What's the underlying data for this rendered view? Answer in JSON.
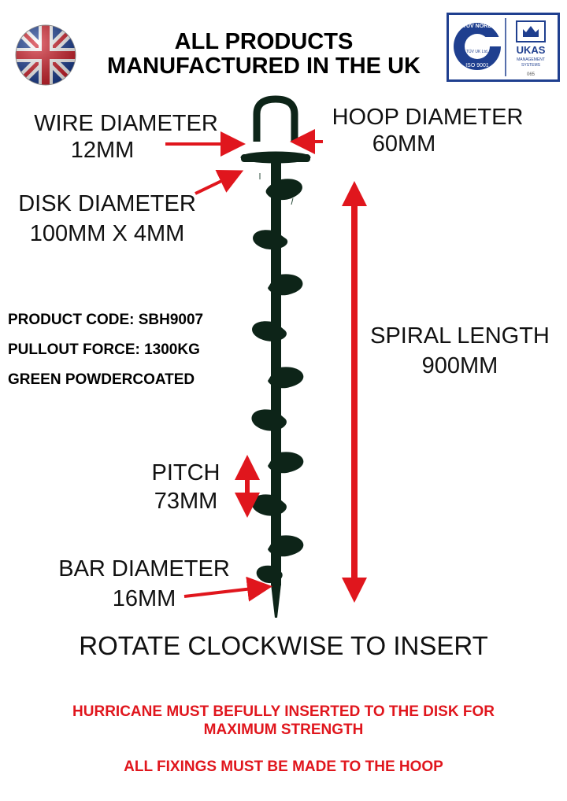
{
  "header": {
    "line1": "ALL PRODUCTS",
    "line2": "MANUFACTURED IN THE UK"
  },
  "certification": {
    "tuv_text": "TÜV NORD",
    "iso_text": "ISO 9001",
    "tuv_uk": "TÜV UK Ltd.",
    "ukas_text": "UKAS",
    "ukas_sub1": "MANAGEMENT",
    "ukas_sub2": "SYSTEMS",
    "ukas_num": "065"
  },
  "labels": {
    "wire_diameter_title": "WIRE DIAMETER",
    "wire_diameter_value": "12MM",
    "hoop_diameter_title": "HOOP DIAMETER",
    "hoop_diameter_value": "60MM",
    "disk_diameter_title": "DISK DIAMETER",
    "disk_diameter_value": "100MM X 4MM",
    "spiral_length_title": "SPIRAL LENGTH",
    "spiral_length_value": "900MM",
    "pitch_title": "PITCH",
    "pitch_value": "73MM",
    "bar_diameter_title": "BAR DIAMETER",
    "bar_diameter_value": "16MM"
  },
  "specs": {
    "product_code": "PRODUCT CODE: SBH9007",
    "pullout_force": "PULLOUT FORCE: 1300KG",
    "finish": "GREEN POWDERCOATED"
  },
  "instruction": "ROTATE CLOCKWISE TO INSERT",
  "warnings": {
    "line1": "HURRICANE MUST BEFULLY INSERTED TO THE DISK FOR",
    "line2": "MAXIMUM STRENGTH",
    "line3": "ALL FIXINGS MUST BE MADE TO THE HOOP"
  },
  "colors": {
    "arrow": "#e0161d",
    "anchor": "#0d2418",
    "cert_blue": "#1f3f8f"
  },
  "icons": [
    "uk-flag-icon",
    "certification-logo",
    "ground-anchor-image"
  ]
}
